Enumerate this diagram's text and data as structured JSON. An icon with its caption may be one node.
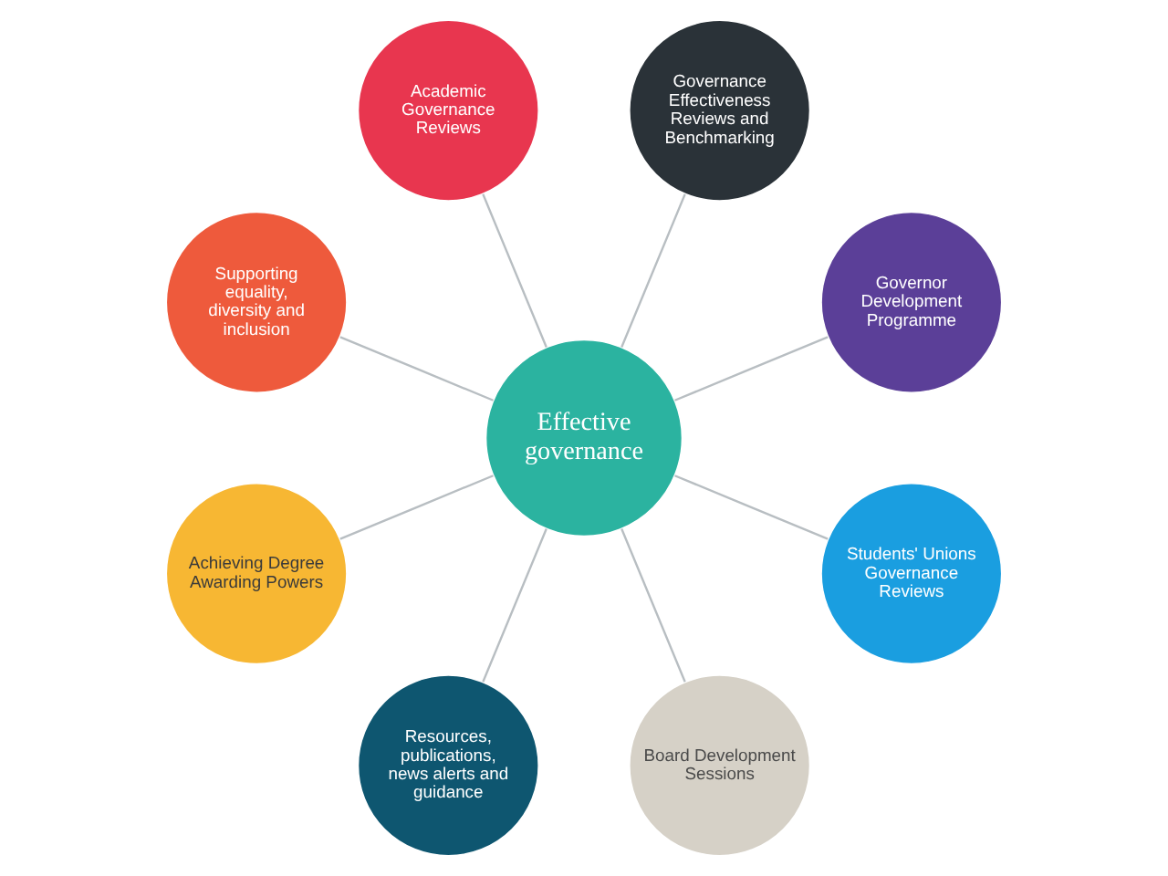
{
  "diagram": {
    "nodes": [
      {
        "text": [
          "Effective governance"
        ]
      },
      {
        "text": [
          "Governor Development Programme"
        ]
      },
      {
        "text": [
          "Governance Effectiveness Reviews and Benchmarking"
        ]
      },
      {
        "text": [
          "Academic Governance Reviews"
        ]
      },
      {
        "text": [
          "Supporting equality, diversity and inclusion"
        ]
      },
      {
        "text": [
          "Achieving Degree Awarding Powers"
        ]
      },
      {
        "text": [
          "Resources, publications, news alerts and guidance"
        ]
      },
      {
        "text": [
          "Board Development Sessions"
        ]
      },
      {
        "text": [
          "Students' Unions Governance Reviews"
        ]
      }
    ],
    "edges": [
      {
        "from": 0,
        "to": 1,
        "arrow": "none"
      },
      {
        "from": 0,
        "to": 2,
        "arrow": "none"
      },
      {
        "from": 0,
        "to": 3,
        "arrow": "none"
      },
      {
        "from": 0,
        "to": 4,
        "arrow": "none"
      },
      {
        "from": 0,
        "to": 5,
        "arrow": "none"
      },
      {
        "from": 0,
        "to": 6,
        "arrow": "none"
      },
      {
        "from": 0,
        "to": 7,
        "arrow": "none"
      },
      {
        "from": 0,
        "to": 8,
        "arrow": "none"
      }
    ]
  }
}
